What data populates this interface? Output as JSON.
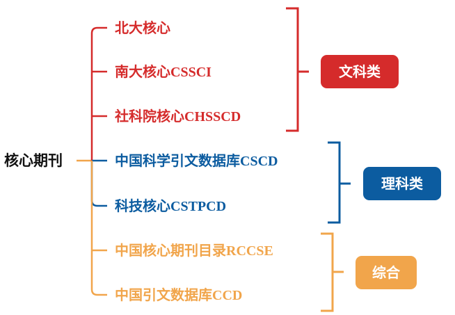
{
  "root": {
    "label": "核心期刊"
  },
  "colors": {
    "red": "#d52b2b",
    "blue": "#0c5ca0",
    "orange": "#f1a54b",
    "root_text": "#111111"
  },
  "journals": [
    {
      "name_cn": "北大核心",
      "name_en": "",
      "group": "red"
    },
    {
      "name_cn": "南大核心",
      "name_en": "CSSCI",
      "group": "red"
    },
    {
      "name_cn": "社科院核心",
      "name_en": "CHSSCD",
      "group": "red"
    },
    {
      "name_cn": "中国科学引文数据库",
      "name_en": "CSCD",
      "group": "blue"
    },
    {
      "name_cn": "科技核心",
      "name_en": "CSTPCD",
      "group": "blue"
    },
    {
      "name_cn": "中国核心期刊目录",
      "name_en": "RCCSE",
      "group": "orange"
    },
    {
      "name_cn": "中国引文数据库",
      "name_en": "CCD",
      "group": "orange"
    }
  ],
  "categories": [
    {
      "label": "文科类",
      "color": "#d52b2b"
    },
    {
      "label": "理科类",
      "color": "#0c5ca0"
    },
    {
      "label": "综合",
      "color": "#f1a54b"
    }
  ]
}
